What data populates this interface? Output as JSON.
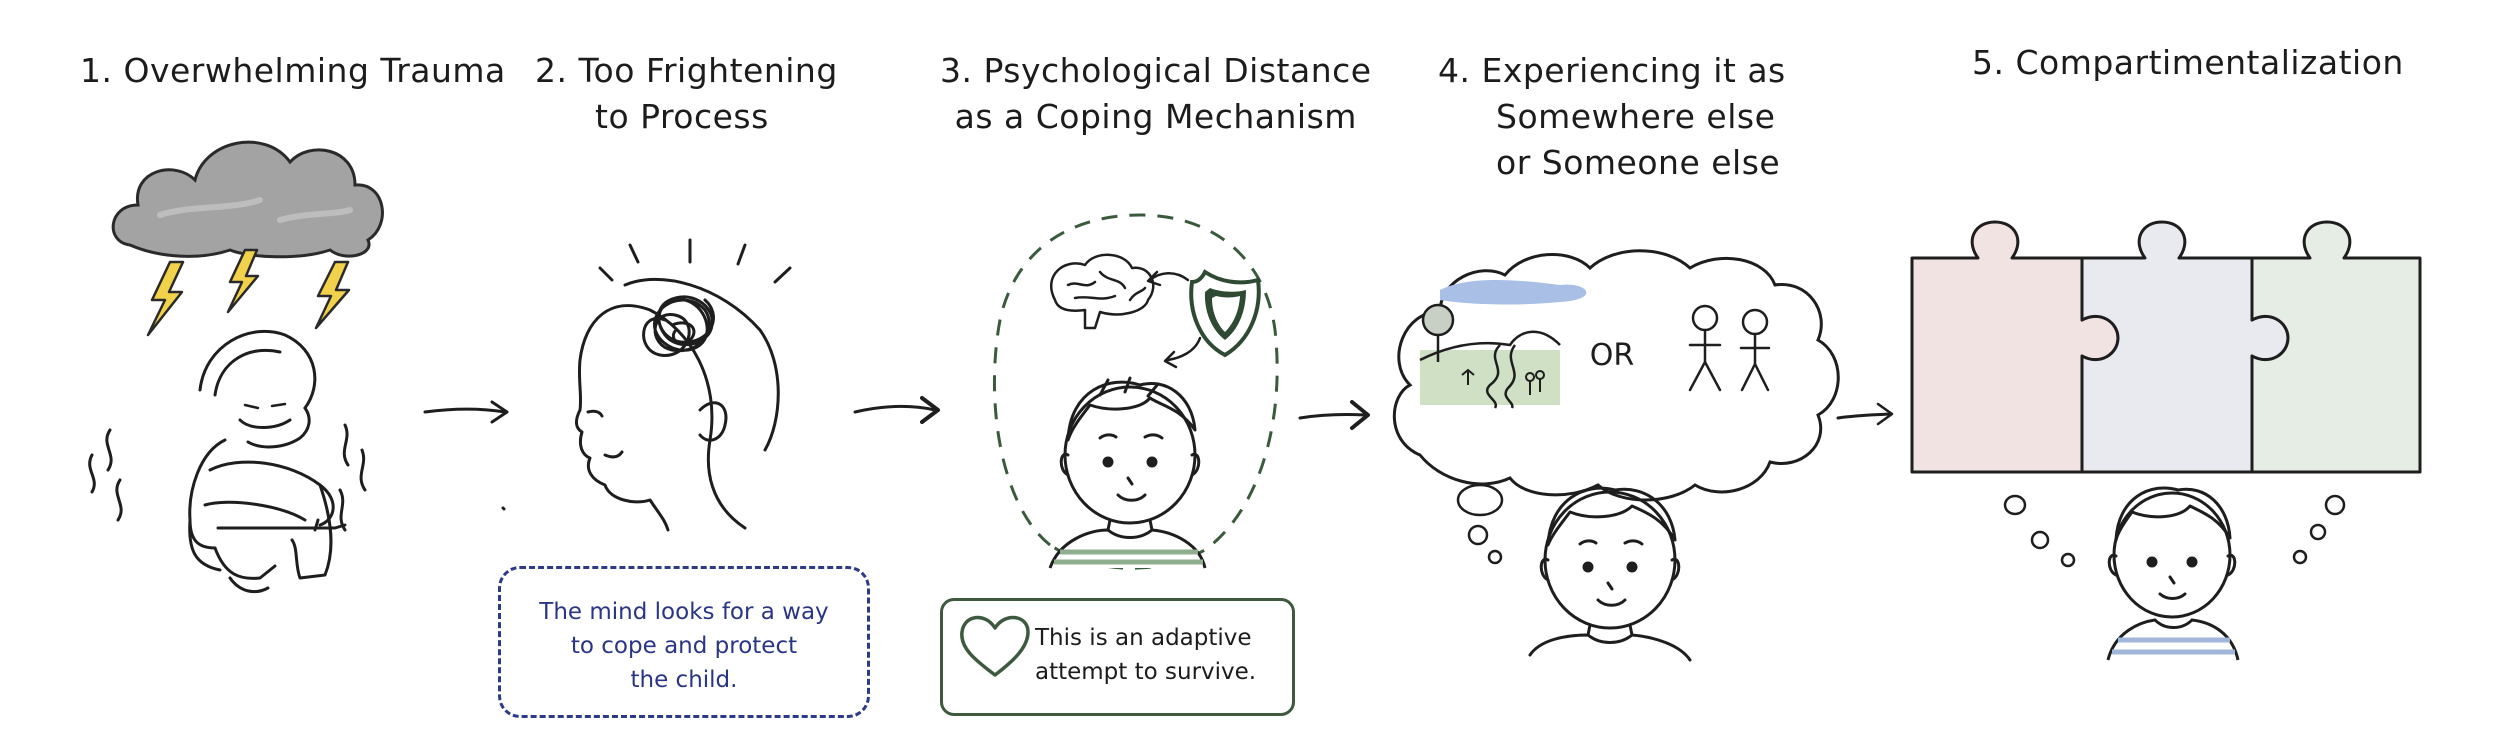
{
  "steps": [
    {
      "title_lines": [
        "1. Overwhelming Trauma"
      ]
    },
    {
      "title_lines": [
        "2. Too Frightening",
        "to Process"
      ]
    },
    {
      "title_lines": [
        "3. Psychological Distance",
        "as a Coping Mechanism"
      ]
    },
    {
      "title_lines": [
        "4. Experiencing it as",
        "Somewhere else",
        "or Someone else"
      ]
    },
    {
      "title_lines": [
        "5. Compartimentalization"
      ]
    }
  ],
  "notes": {
    "mind_note_lines": [
      "The mind looks for a way",
      "to cope and protect",
      "the child."
    ],
    "adaptive_note_lines": [
      "This is an adaptive",
      "attempt to survive."
    ]
  },
  "labels": {
    "or": "OR"
  },
  "colors": {
    "cloud": "#9a9a9a",
    "lightning": "#f2d24a",
    "blue_note": "#2d3a87",
    "green_note": "#3d5a3f",
    "shield": "#2f4a33",
    "sky": "#a9bfe6",
    "meadow": "#cfe0c4",
    "puzzle_pink": "#f2e3e3",
    "puzzle_grey": "#e8eaf0",
    "puzzle_green": "#e6ede4",
    "shirt_stripe_green": "#8fae8d",
    "shirt_stripe_blue": "#9fb6d8"
  },
  "icons": [
    "storm-cloud-icon",
    "lightning-icon",
    "tangled-thoughts-icon",
    "brain-icon",
    "shield-icon",
    "heart-icon",
    "landscape-icon",
    "stick-figures-icon",
    "puzzle-icon",
    "arrow-right-icon"
  ]
}
